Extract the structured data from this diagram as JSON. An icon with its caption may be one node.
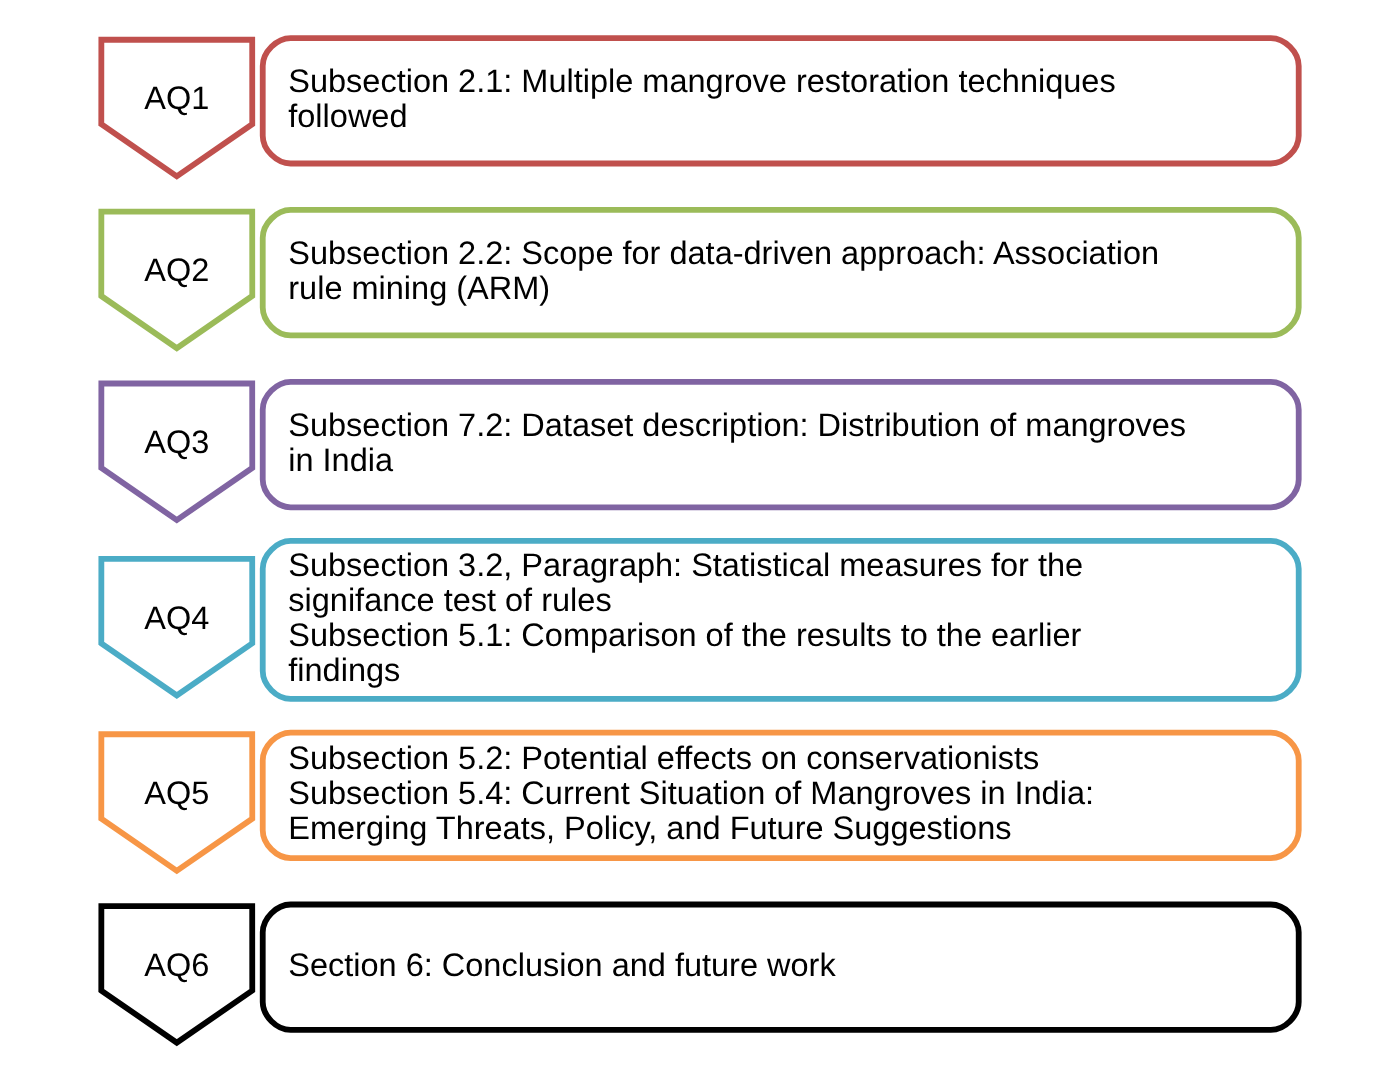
{
  "diagram": {
    "nodes": [
      {
        "text": [
          "AQ1"
        ]
      },
      {
        "text": [
          "Subsection 2.1: Multiple mangrove restoration techniques followed"
        ]
      },
      {
        "text": [
          "AQ2"
        ]
      },
      {
        "text": [
          "Subsection 2.2: Scope for data-driven approach: Association rule mining (ARM)"
        ]
      },
      {
        "text": [
          "AQ3"
        ]
      },
      {
        "text": [
          "Subsection 7.2: Dataset description: Distribution of mangroves in India"
        ]
      },
      {
        "text": [
          "AQ4"
        ]
      },
      {
        "text": [
          "Subsection 3.2, Paragraph: Statistical measures for the signifance test of rules",
          "Subsection 5.1: Comparison of the results to the earlier findings"
        ]
      },
      {
        "text": [
          "AQ5"
        ]
      },
      {
        "text": [
          "Subsection 5.2: Potential effects on conservationists",
          "Subsection 5.4: Current Situation of Mangroves in India: Emerging Threats, Policy, and Future Suggestions"
        ]
      },
      {
        "text": [
          "AQ6"
        ]
      },
      {
        "text": [
          "Section 6: Conclusion and future work"
        ]
      }
    ],
    "edges": []
  }
}
